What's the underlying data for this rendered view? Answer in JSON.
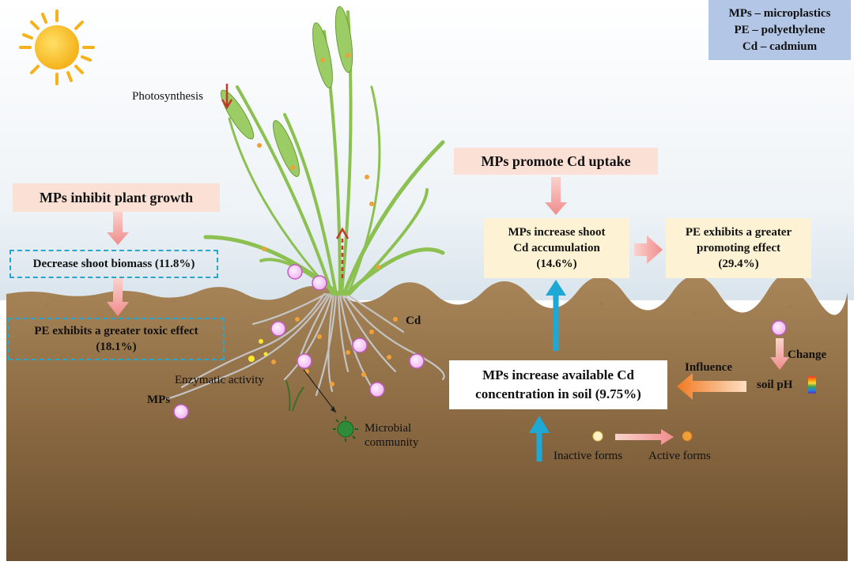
{
  "legend": {
    "line1": "MPs – microplastics",
    "line2": "PE – polyethylene",
    "line3": "Cd – cadmium"
  },
  "plant": {
    "photosynthesis": "Photosynthesis",
    "cd_label": "Cd",
    "mps_label": "MPs",
    "enzymatic_activity": "Enzymatic activity",
    "microbial_line1": "Microbial",
    "microbial_line2": "community"
  },
  "left_panel": {
    "inhibit_title": "MPs inhibit  plant growth",
    "biomass_box": "Decrease shoot biomass (11.8%)",
    "toxic_line1": "PE exhibits a greater toxic effect",
    "toxic_line2": "(18.1%)"
  },
  "right_panel": {
    "uptake_title": "MPs promote Cd uptake",
    "accum_line1": "MPs increase shoot",
    "accum_line2": "Cd accumulation",
    "accum_line3": "(14.6%)",
    "promote_line1": "PE exhibits a greater",
    "promote_line2": "promoting effect",
    "promote_line3": "(29.4%)",
    "available_line1": "MPs increase available Cd",
    "available_line2": "concentration in soil (9.75%)",
    "influence": "Influence",
    "change": "Change",
    "soil_ph": "soil pH",
    "inactive_forms": "Inactive forms",
    "active_forms": "Active forms"
  },
  "colors": {
    "sky_top": "#ffffff",
    "sky_bottom": "#d9e4ec",
    "soil_top": "#a98659",
    "soil_bottom": "#6b4f2f",
    "leaf": "#8cc152",
    "root": "#bdbdbd",
    "microplastic": "#f3c6f3",
    "microplastic_ring": "#c05ac0",
    "cd_dot": "#f0a038",
    "cyan_arrow": "#1ea8d6",
    "pink_arrow": "#f2a2a2",
    "orange_arrow": "#f08a34",
    "legend_bg": "#b3c6e6"
  }
}
